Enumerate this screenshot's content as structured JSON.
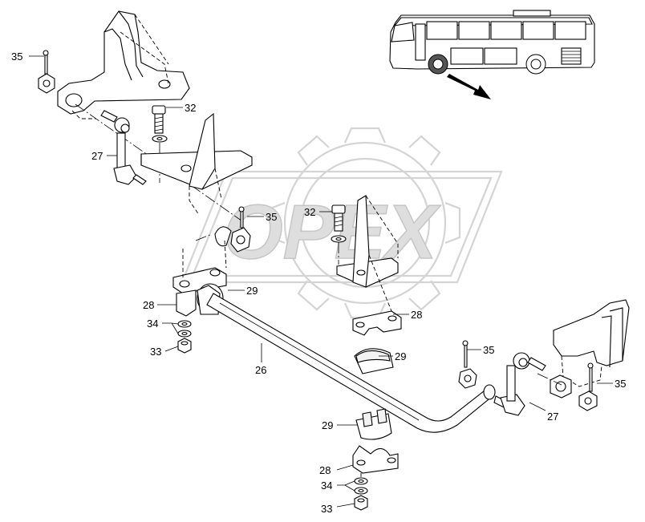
{
  "watermark": {
    "text": "OPEX"
  },
  "callouts": [
    {
      "id": "c35a",
      "text": "35"
    },
    {
      "id": "c32a",
      "text": "32"
    },
    {
      "id": "c27a",
      "text": "27"
    },
    {
      "id": "c35b",
      "text": "35"
    },
    {
      "id": "c32b",
      "text": "32"
    },
    {
      "id": "c29a",
      "text": "29"
    },
    {
      "id": "c28a",
      "text": "28"
    },
    {
      "id": "c34a",
      "text": "34"
    },
    {
      "id": "c33a",
      "text": "33"
    },
    {
      "id": "c28b",
      "text": "28"
    },
    {
      "id": "c26",
      "text": "26"
    },
    {
      "id": "c29b",
      "text": "29"
    },
    {
      "id": "c35c",
      "text": "35"
    },
    {
      "id": "c35d",
      "text": "35"
    },
    {
      "id": "c27b",
      "text": "27"
    },
    {
      "id": "c29c",
      "text": "29"
    },
    {
      "id": "c28c",
      "text": "28"
    },
    {
      "id": "c34b",
      "text": "34"
    },
    {
      "id": "c33b",
      "text": "33"
    }
  ],
  "colors": {
    "line": "#000000",
    "watermark": "#d4d4d4",
    "background": "#ffffff"
  }
}
